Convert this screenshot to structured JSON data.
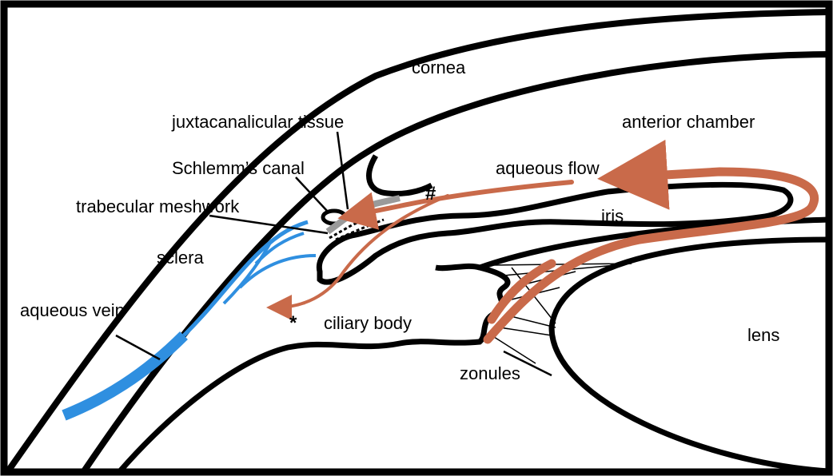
{
  "diagram": {
    "labels": {
      "cornea": "cornea",
      "juxtacanalicular_tissue": "juxtacanalicular tissue",
      "schlemms_canal": "Schlemm’s canal",
      "trabecular_meshwork": "trabecular meshwork",
      "sclera": "sclera",
      "aqueous_vein": "aqueous vein",
      "anterior_chamber": "anterior chamber",
      "aqueous_flow": "aqueous flow",
      "iris": "iris",
      "ciliary_body": "ciliary body",
      "zonules": "zonules",
      "lens": "lens"
    },
    "symbols": {
      "asterisk": "*",
      "hash": "#"
    },
    "colors": {
      "outline": "#000000",
      "flow_arrow": "#c96a4a",
      "vein": "#2f8fe0",
      "trabecular": "#9a9a9a"
    }
  }
}
